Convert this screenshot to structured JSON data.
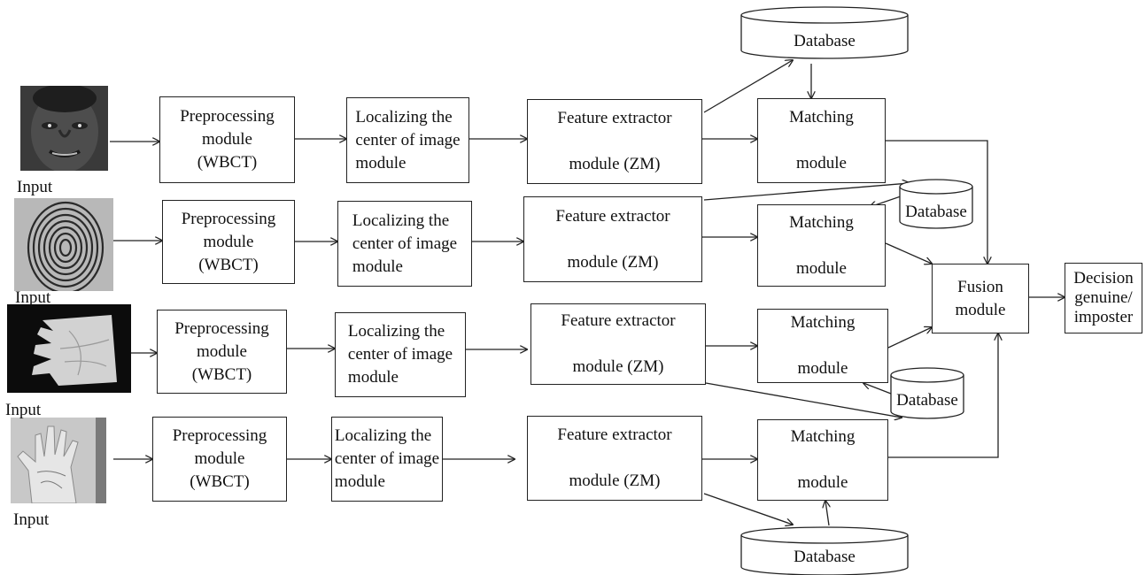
{
  "inputs": [
    {
      "label": "Input",
      "depicts": "face"
    },
    {
      "label": "Input",
      "depicts": "fingerprint"
    },
    {
      "label": "Input",
      "depicts": "palm-on-dark"
    },
    {
      "label": "Input",
      "depicts": "palm"
    }
  ],
  "rows": [
    {
      "pre": "Preprocessing\nmodule\n(WBCT)",
      "loc": "Localizing the\ncenter of image\nmodule",
      "feat": "Feature extractor\n\nmodule (ZM)",
      "match": "Matching\n\nmodule"
    },
    {
      "pre": "Preprocessing\nmodule\n(WBCT)",
      "loc": "Localizing the\ncenter of image\nmodule",
      "feat": "Feature extractor\n\nmodule (ZM)",
      "match": "Matching\n\nmodule"
    },
    {
      "pre": "Preprocessing\nmodule\n(WBCT)",
      "loc": "Localizing the\ncenter of image\nmodule",
      "feat": "Feature extractor\n\nmodule (ZM)",
      "match": "Matching\n\nmodule"
    },
    {
      "pre": "Preprocessing\nmodule\n(WBCT)",
      "loc": "Localizing the\ncenter of image\nmodule",
      "feat": "Feature extractor\n\nmodule (ZM)",
      "match": "Matching\n\nmodule"
    }
  ],
  "databases": [
    "Database",
    "Database",
    "Database",
    "Database"
  ],
  "fusion": "Fusion\nmodule",
  "decision": "Decision\ngenuine/\nimposter"
}
